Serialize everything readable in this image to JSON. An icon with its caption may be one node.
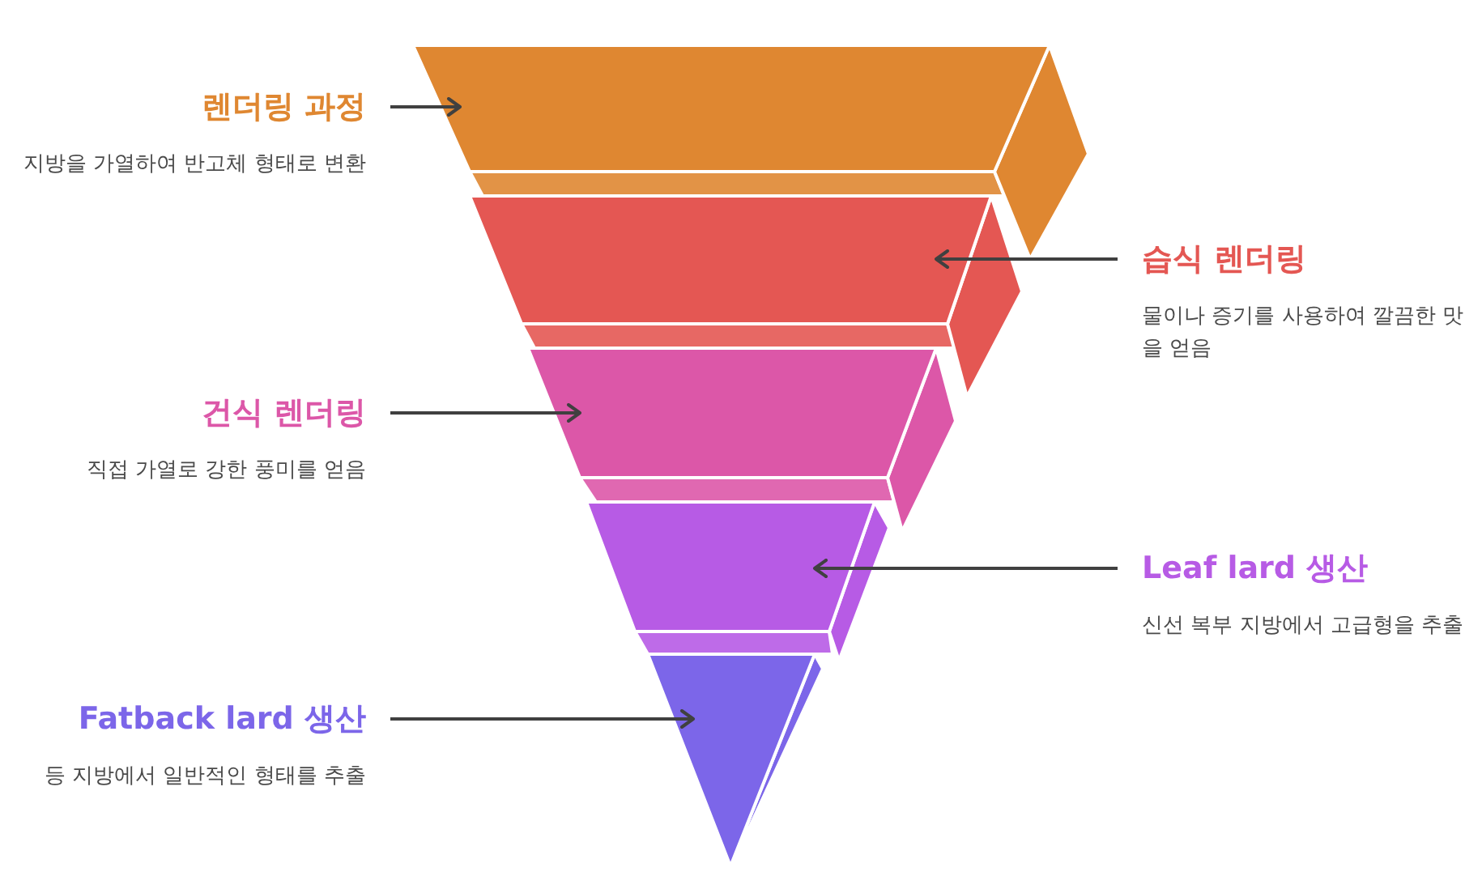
{
  "diagram": {
    "nodes": [
      {
        "text": [],
        "shape": "trapezoid"
      },
      {
        "text": [],
        "shape": "trapezoid"
      },
      {
        "text": [],
        "shape": "trapezoid"
      },
      {
        "text": [],
        "shape": "trapezoid"
      },
      {
        "text": [],
        "shape": "triangle"
      },
      {
        "text": [
          "렌더링 과정",
          "지방을 가열하여 반고체 형태로 변환"
        ]
      },
      {
        "text": [
          "습식 렌더링",
          "물이나 증기를 사용하여 깔끔한 맛을 얻음"
        ]
      },
      {
        "text": [
          "건식 렌더링",
          "직접 가열로 강한 풍미를 얻음"
        ]
      },
      {
        "text": [
          "Leaf lard 생산",
          "신선 복부 지방에서 고급형을 추출"
        ]
      },
      {
        "text": [
          "Fatback lard 생산",
          "등 지방에서 일반적인 형태를 추출"
        ]
      }
    ],
    "edges": [
      {
        "from": 5,
        "to": 0,
        "arrow": "to"
      },
      {
        "from": 6,
        "to": 1,
        "arrow": "to"
      },
      {
        "from": 7,
        "to": 2,
        "arrow": "to"
      },
      {
        "from": 8,
        "to": 3,
        "arrow": "to"
      },
      {
        "from": 9,
        "to": 4,
        "arrow": "to"
      }
    ]
  }
}
